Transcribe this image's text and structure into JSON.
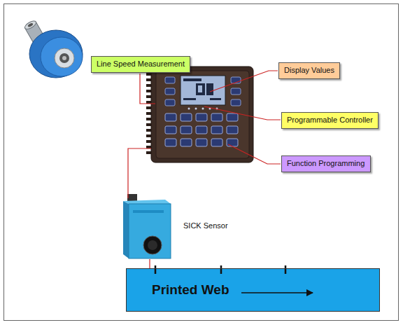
{
  "diagram": {
    "nodes": [
      {
        "text": [
          "Line Speed Measurement"
        ]
      },
      {
        "text": [
          "Display Values"
        ]
      },
      {
        "text": [
          "Programmable Controller"
        ]
      },
      {
        "text": [
          "Function Programming"
        ]
      },
      {
        "text": [
          "Printed Web"
        ]
      }
    ],
    "labels": [
      "SICK Sensor"
    ]
  }
}
